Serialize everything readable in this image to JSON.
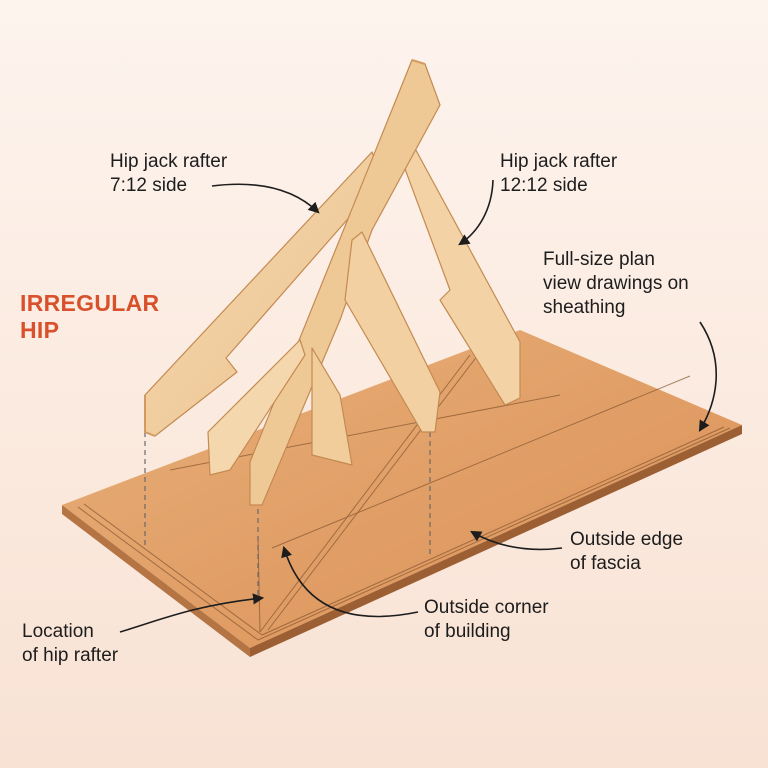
{
  "title": {
    "line1": "IRREGULAR",
    "line2": "HIP"
  },
  "labels": {
    "jack_7_12": {
      "line1": "Hip jack rafter",
      "line2": "7:12 side"
    },
    "jack_12_12": {
      "line1": "Hip jack rafter",
      "line2": "12:12 side"
    },
    "plan_drawings": {
      "line1": "Full-size plan",
      "line2": "view drawings on",
      "line3": "sheathing"
    },
    "fascia_edge": {
      "line1": "Outside edge",
      "line2": "of fascia"
    },
    "building_corner": {
      "line1": "Outside corner",
      "line2": "of building"
    },
    "hip_location": {
      "line1": "Location",
      "line2": "of hip rafter"
    }
  },
  "colors": {
    "background": "#fbeee4",
    "title_accent": "#d9512c",
    "wood_face": "#f0cc9c",
    "wood_edge": "#d9a46c",
    "sheathing_top": "#e0a16a",
    "sheathing_edge": "#a9683a",
    "ink": "#1d1d1d"
  }
}
